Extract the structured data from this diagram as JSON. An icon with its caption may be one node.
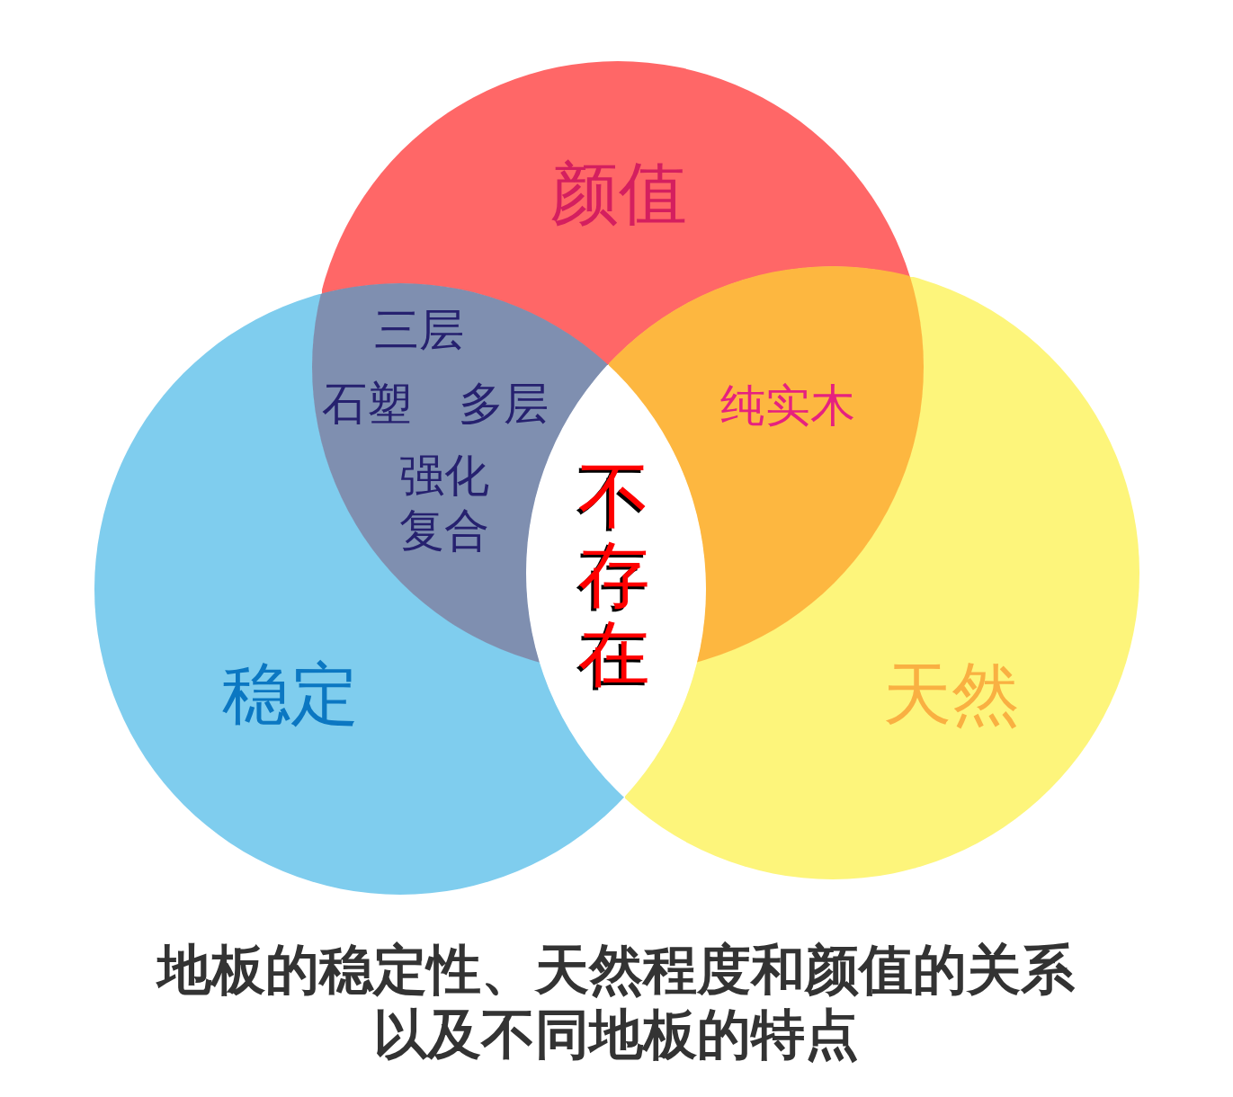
{
  "diagram": {
    "caption": "地板的稳定性、天然程度和颜值的关系以及不同地板的特点",
    "nodes": [
      {
        "text": [
          "颜值"
        ]
      },
      {
        "text": [
          "三层",
          "石塑",
          "多层",
          "强化复合"
        ]
      },
      {
        "text": [
          "纯实木"
        ]
      },
      {
        "text": [
          "不存在"
        ]
      },
      {
        "text": [
          "稳定"
        ]
      },
      {
        "text": [
          "天然"
        ]
      }
    ]
  }
}
